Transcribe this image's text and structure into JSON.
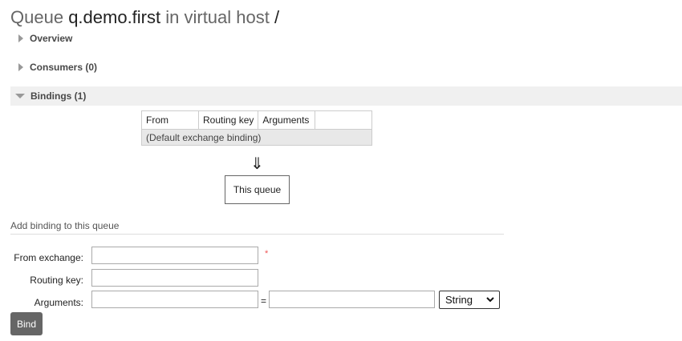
{
  "header": {
    "prefix": "Queue",
    "queue_name": "q.demo.first",
    "middle": "in virtual host",
    "vhost": "/"
  },
  "sections": {
    "overview": "Overview",
    "consumers": "Consumers (0)",
    "bindings": "Bindings (1)"
  },
  "bindings_table": {
    "headers": [
      "From",
      "Routing key",
      "Arguments",
      ""
    ],
    "rows": [
      "(Default exchange binding)"
    ]
  },
  "diagram": {
    "arrow": "⇓",
    "target": "This queue"
  },
  "add_binding": {
    "heading": "Add binding to this queue",
    "from_exchange_label": "From exchange:",
    "from_exchange_value": "",
    "required_marker": "*",
    "routing_key_label": "Routing key:",
    "routing_key_value": "",
    "arguments_label": "Arguments:",
    "argument_key_value": "",
    "equals": "=",
    "argument_value": "",
    "type_selected": "String",
    "bind_label": "Bind"
  }
}
